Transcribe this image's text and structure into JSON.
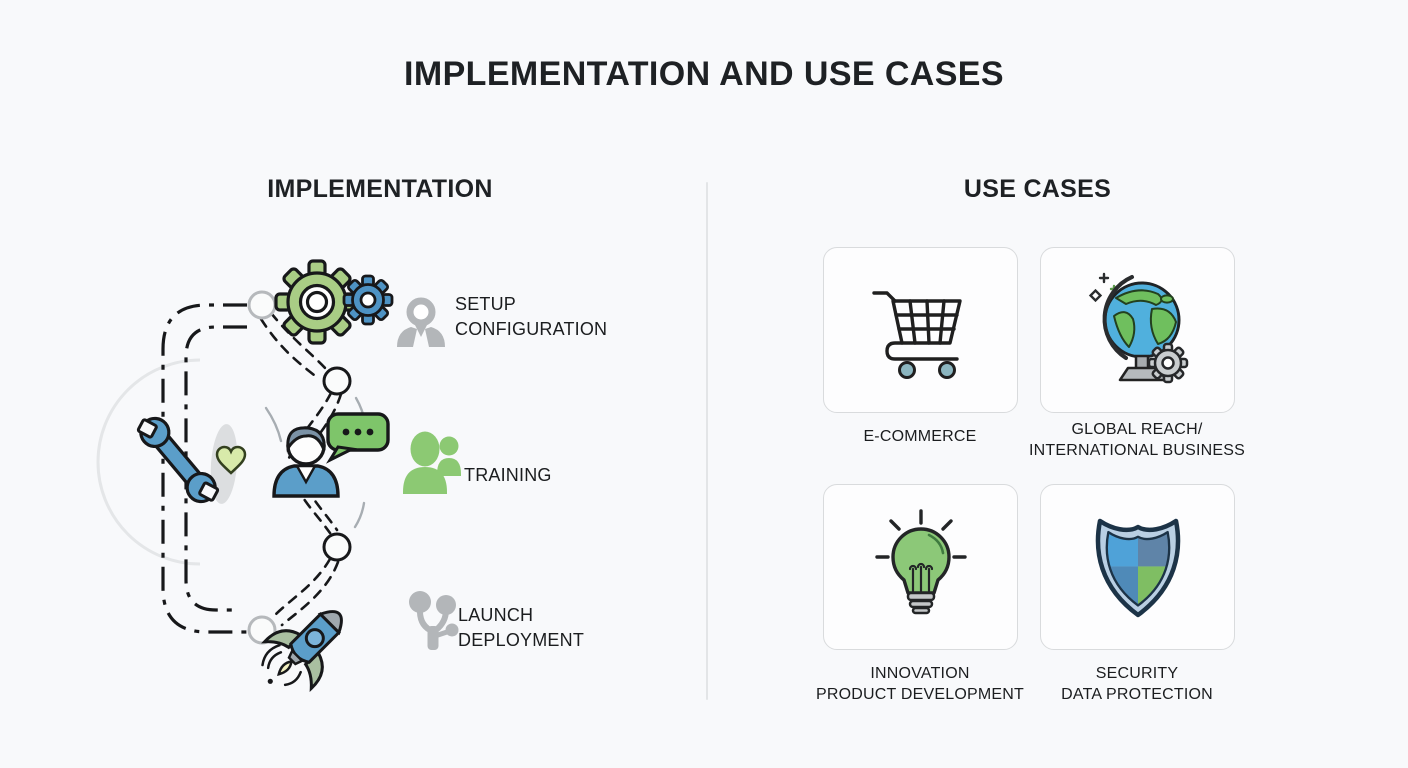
{
  "title": "IMPLEMENTATION AND USE CASES",
  "implementation": {
    "heading": "IMPLEMENTATION",
    "steps": [
      {
        "icon": "gears-icon",
        "side_icon": "person-pin-icon",
        "line1": "SETUP",
        "line2": "CONFIGURATION"
      },
      {
        "icon": "person-chat-icon",
        "side_icon": "people-icon",
        "line1": "TRAINING",
        "line2": ""
      },
      {
        "icon": "rocket-icon",
        "side_icon": "network-icon",
        "line1": "LAUNCH",
        "line2": "DEPLOYMENT"
      }
    ]
  },
  "use_cases": {
    "heading": "USE CASES",
    "cards": [
      {
        "icon": "shopping-cart-icon",
        "line1": "E-COMMERCE",
        "line2": ""
      },
      {
        "icon": "globe-icon",
        "line1": "GLOBAL REACH/",
        "line2": "INTERNATIONAL BUSINESS"
      },
      {
        "icon": "light-bulb-icon",
        "line1": "INNOVATION",
        "line2": "PRODUCT DEVELOPMENT"
      },
      {
        "icon": "shield-icon",
        "line1": "SECURITY",
        "line2": "DATA PROTECTION"
      }
    ]
  },
  "colors": {
    "background": "#f8f9fb",
    "text": "#1d1f21",
    "green": "#8cc973",
    "light_green": "#a9cd85",
    "blue": "#5b9ec9",
    "gear_blue": "#4e93c4",
    "gray_icon": "#b3b6b9",
    "card_border": "#d9dbdd",
    "divider": "#e3e5e7",
    "shield_tl": "#4fa2d8",
    "shield_tr": "#5f84a8",
    "shield_bl": "#4f8ab8",
    "shield_br": "#7fbe63"
  }
}
